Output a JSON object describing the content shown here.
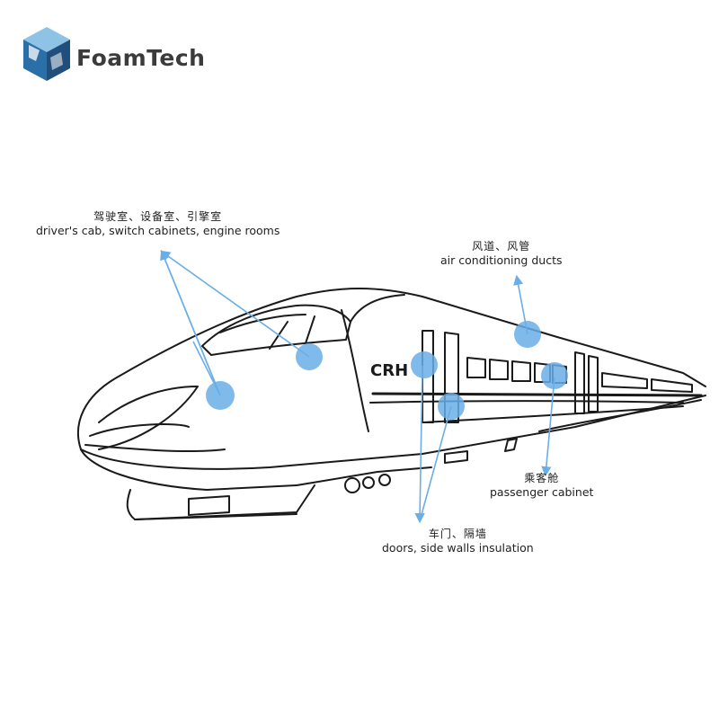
{
  "brand": {
    "name": "FoamTech",
    "colors": {
      "primary": "#2a7ab8",
      "dark": "#1f4f7a",
      "light": "#9ccbe8",
      "text": "#3b3b3b"
    }
  },
  "train": {
    "cab_text": "CRH"
  },
  "annotations": [
    {
      "id": "driver",
      "zh": "驾驶室、设备室、引擎室",
      "en": "driver's cab, switch cabinets, engine rooms"
    },
    {
      "id": "ducts",
      "zh": "风道、风管",
      "en": "air conditioning ducts"
    },
    {
      "id": "passenger",
      "zh": "乘客舱",
      "en": "passenger cabinet"
    },
    {
      "id": "doors",
      "zh": "车门、隔墙",
      "en": "doors, side walls insulation"
    }
  ],
  "marker_color": "#6aaee8",
  "arrow_color": "#6aaee8"
}
